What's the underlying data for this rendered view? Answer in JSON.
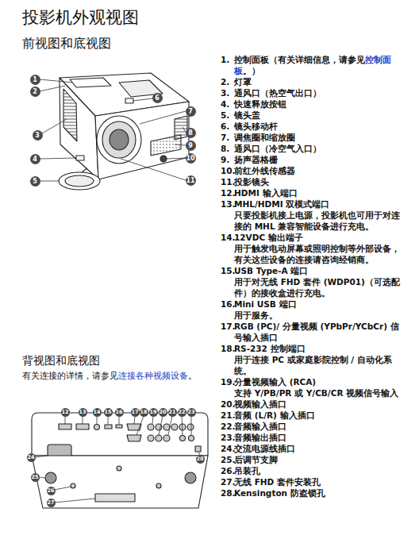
{
  "diagram": {
    "title": "投影机外观视图",
    "labels": [
      "前视图和底视图",
      "1",
      "2",
      "3",
      "4",
      "5",
      "6",
      "7",
      "8",
      "9",
      "10",
      "11",
      "背视图和底视图",
      "有关连接的详情，请参见",
      "连接各种视频设备",
      "。",
      "12",
      "13",
      "14",
      "15",
      "16",
      "17",
      "18",
      "19",
      "20",
      "21",
      "22",
      "23",
      "24",
      "25",
      "26",
      "27",
      "28",
      "1.",
      "控制面板（有关详细信息，请参见",
      "控制面板",
      "。）",
      "2.",
      "灯罩",
      "3.",
      "通风口（热空气出口）",
      "4.",
      "快速释放按钮",
      "5.",
      "镜头盖",
      "6.",
      "镜头移动杆",
      "7.",
      "调焦圈和缩放圈",
      "8.",
      "通风口（冷空气入口）",
      "9.",
      "扬声器格栅",
      "10.",
      "前红外线传感器",
      "11.",
      "投影镜头",
      "12.",
      "HDMI 输入端口",
      "13.",
      "MHL/HDMI 双模式端口",
      "只要投影机接上电源，投影机也可用于对连接的 MHL 兼容智能设备进行充电。",
      "14.",
      "12VDC 输出端子",
      "用于触发电动屏幕或照明控制等外部设备，有关这些设备的连接请咨询经销商。",
      "15.",
      "USB Type-A 端口",
      "用于对无线 FHD 套件 (WDP01)（可选配件）的接收盒进行充电。",
      "16.",
      "Mini USB 端口",
      "用于服务。",
      "17.",
      "RGB (PC)/ 分量视频 (YPbPr/YCbCr) 信号输入插口",
      "18.",
      "RS-232 控制端口",
      "用于连接 PC 或家庭影院控制 / 自动化系统。",
      "19.",
      "分量视频输入 (RCA)",
      "支持 Y/PB/PR 或 Y/CB/CR 视频信号输入",
      "20.",
      "视频输入插口",
      "21.",
      "音频 (L/R) 输入插口",
      "22.",
      "音频输入插口",
      "23.",
      "音频输出插口",
      "24.",
      "交流电源线插口",
      "25.",
      "后调节支脚",
      "26.",
      "吊装孔",
      "27.",
      "无线 FHD 套件安装孔",
      "28.",
      "Kensington 防盗锁孔"
    ]
  }
}
